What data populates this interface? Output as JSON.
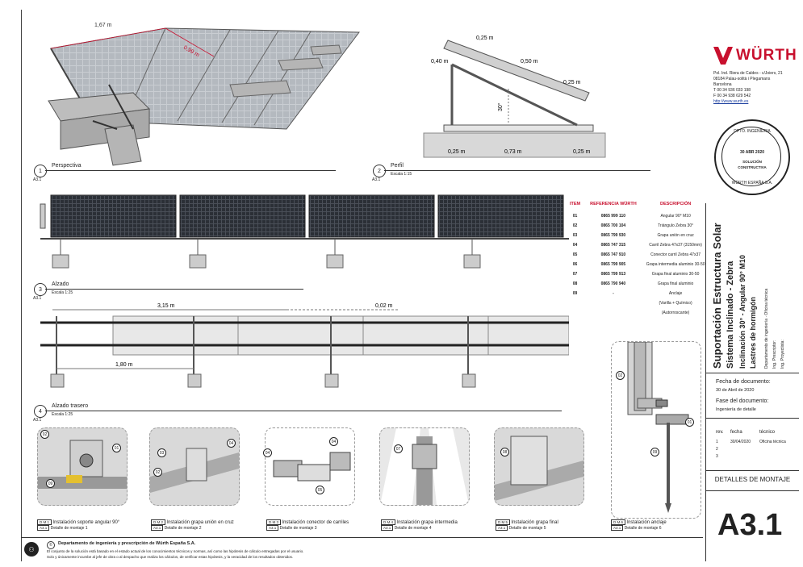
{
  "brand": {
    "name": "WÜRTH",
    "address": [
      "Pol. Ind. Riera de Caldes - c/Joiers, 21",
      "08184 Palau-solità i Plegamans",
      "Barcelona"
    ],
    "phone": "T 00 34 936 033 198",
    "fax": "F 00 34 938 629 542",
    "web": "http://www.wurth.es",
    "accent": "#c8102e"
  },
  "stamp": {
    "top": "DPTO. INGENIERIA",
    "date": "30 ABR 2020",
    "l1": "SOLUCIÓN",
    "l2": "CONSTRUCTIVA",
    "bottom": "WÜRTH ESPAÑA S.A."
  },
  "views": {
    "v1": {
      "num": "1",
      "title": "Perspectiva",
      "sub": "",
      "code": "A3.1"
    },
    "v2": {
      "num": "2",
      "title": "Perfil",
      "sub": "Escala 1:15",
      "code": "A3.1"
    },
    "v3": {
      "num": "3",
      "title": "Alzado",
      "sub": "Escala 1:25",
      "code": "A3.1"
    },
    "v4": {
      "num": "4",
      "title": "Alzado trasero",
      "sub": "Escala 1:25",
      "code": "A3.1"
    }
  },
  "dims": {
    "persp_w": "1,67 m",
    "persp_l": "0,99 m",
    "prof_a": "0,25 m",
    "prof_b": "0,50 m",
    "prof_c": "0,25 m",
    "prof_h": "0,40 m",
    "prof_ang": "30°",
    "prof_base1": "0,25 m",
    "prof_base2": "0,73 m",
    "prof_base3": "0,25 m",
    "rear_span": "3,15 m",
    "rear_gap": "0,02 m",
    "rear_bay": "1,80 m"
  },
  "bom": {
    "headers": [
      "ITEM",
      "REFERENCIA WÜRTH",
      "DESCRIPCIÓN"
    ],
    "rows": [
      [
        "01",
        "0865 999 110",
        "Angular 90° M10"
      ],
      [
        "02",
        "0865 700 104",
        "Triángulo Zebra 30°"
      ],
      [
        "03",
        "0865 799 930",
        "Grapa unión en cruz"
      ],
      [
        "04",
        "0865 747 315",
        "Carril Zebra 47x37 (3150mm)"
      ],
      [
        "05",
        "0865 747 910",
        "Conector carril Zebra 47x37"
      ],
      [
        "06",
        "0865 799 905",
        "Grapa intermedia aluminio 30-50"
      ],
      [
        "07",
        "0865 799 913",
        "Grapa final aluminio 30-50"
      ],
      [
        "08",
        "0865 790 940",
        "Grapa final aluminio"
      ],
      [
        "09",
        "-",
        "Anclaje"
      ]
    ],
    "extra": [
      "(Varilla + Químico)",
      "(Autorroscante)"
    ]
  },
  "title_block": {
    "t1": "Suportación Estructura Solar",
    "t2": "Sistema Inclinado - Zebra",
    "t3": "Inclinación 30° - Angular 90° M10",
    "t4": "Lastres de hormigón",
    "s1": "Departamento de ingeniería · Oficina técnica",
    "s2": "Ing. Prescriptor:",
    "s3": "Ing. Proyectista:",
    "fecha_label": "Fecha de documento:",
    "fecha_val": "30 de Abril de 2020",
    "fase_label": "Fase del documento:",
    "fase_val": "Ingeniería de detalle",
    "rev_h": [
      "rev.",
      "fecha",
      "técnico"
    ],
    "rev_rows": [
      [
        "1",
        "30/04/2020",
        "Oficina técnica"
      ],
      [
        "2",
        "",
        ""
      ],
      [
        "3",
        "",
        ""
      ]
    ],
    "sheet_title": "DETALLES DE MONTAJE",
    "sheet_code": "A3.1"
  },
  "details": [
    {
      "dm": "D.M.1",
      "title": "Instalación soporte angular 90°",
      "sub": "Detalle de montaje 1",
      "code": "A3.1"
    },
    {
      "dm": "D.M.2",
      "title": "Instalación grapa unión en cruz",
      "sub": "Detalle de montaje 2",
      "code": "A3.1"
    },
    {
      "dm": "D.M.3",
      "title": "Instalación conector de carriles",
      "sub": "Detalle de montaje 3",
      "code": "A3.1"
    },
    {
      "dm": "D.M.4",
      "title": "Instalación grapa intermedia",
      "sub": "Detalle de montaje 4",
      "code": "A3.1"
    },
    {
      "dm": "D.M.5",
      "title": "Instalación grapa final",
      "sub": "Detalle de montaje 5",
      "code": "A3.1"
    },
    {
      "dm": "D.M.6",
      "title": "Instalación anclaje",
      "sub": "Detalle de montaje 6",
      "code": "A3.1"
    }
  ],
  "callouts": {
    "c01": "01",
    "c02": "02",
    "c03": "03",
    "c04": "04",
    "c05": "05",
    "c06": "06",
    "c07": "07",
    "c08": "08",
    "c09": "09"
  },
  "footer": {
    "title": "Departamento de ingeniería y prescripción de Würth España S.A.",
    "line1": "El conjunto de la solución está basado en el estado actual de los conocimientos técnicos y normas, así como las hipótesis de cálculo entregadas por el usuario.",
    "line2": "Solo y únicamente incumbe al jefe de obra o al despacho que realiza los cálculos, de verificar estas hipótesis, y la veracidad de los resultados obtenidos.",
    "badge": "©"
  }
}
